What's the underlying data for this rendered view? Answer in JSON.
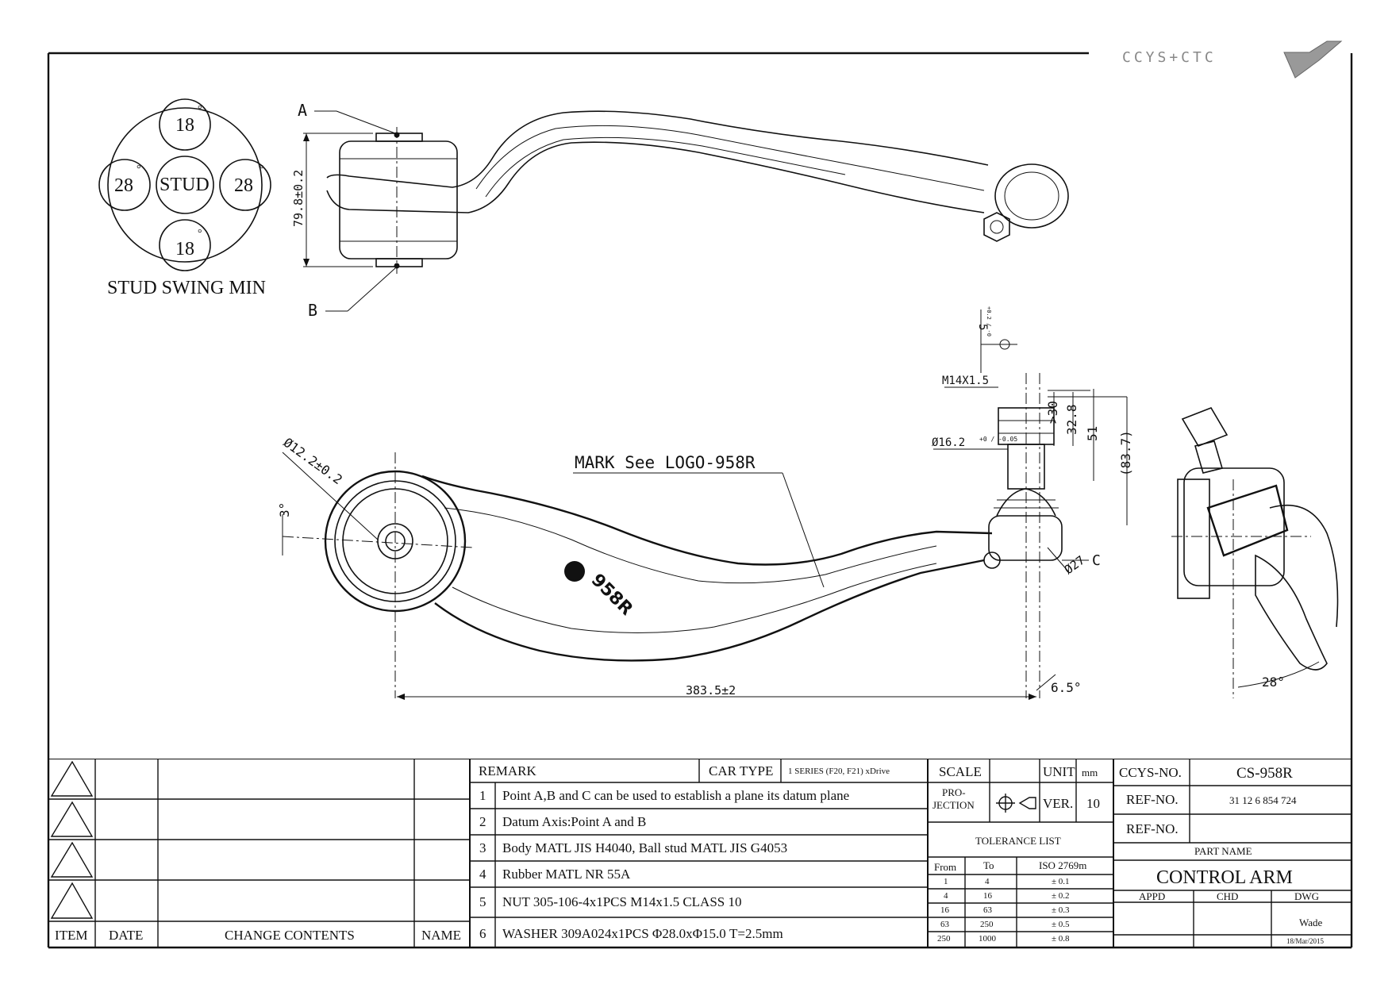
{
  "brand": {
    "text": "CCYS+CTC"
  },
  "stud_swing": {
    "title": "STUD SWING MIN",
    "center": "STUD",
    "top": "18",
    "bottom": "18",
    "left": "28",
    "right": "28",
    "degree": "°"
  },
  "top_view": {
    "point_a": "A",
    "point_b": "B",
    "height_dim": "79.8±0.2"
  },
  "front_view": {
    "bore_dim": "Ø12.2±0.2",
    "angle_left": "3°",
    "mark_note": "MARK See LOGO-958R",
    "logo_text": "958R",
    "thread": "M14X1.5",
    "offset_dim": "5",
    "offset_tol": "+0.2 / -0",
    "stud_dia": "Ø16.2",
    "stud_dia_tol": "+0 / -0.05",
    "dim_30": ">30",
    "dim_328": "32.8",
    "dim_51": "51",
    "dim_837": "(83.7)",
    "point_c": "C",
    "ball_dia": "Ø27",
    "length_dim": "383.5±2",
    "angle_right": "6.5°"
  },
  "side_view": {
    "angle": "28°"
  },
  "revision_table": {
    "headers": {
      "item": "ITEM",
      "date": "DATE",
      "change": "CHANGE CONTENTS",
      "name": "NAME"
    },
    "rows": 4
  },
  "remarks": {
    "title": "REMARK",
    "car_type_label": "CAR TYPE",
    "car_type_value": "1 SERIES (F20, F21) xDrive",
    "items": [
      {
        "no": "1",
        "text": "Point A,B and C can be used to establish a plane its datum plane"
      },
      {
        "no": "2",
        "text": "Datum Axis:Point A and B"
      },
      {
        "no": "3",
        "text": "Body MATL JIS H4040, Ball stud MATL JIS G4053"
      },
      {
        "no": "4",
        "text": "Rubber MATL NR 55A"
      },
      {
        "no": "5",
        "text": "NUT 305-106-4x1PCS M14x1.5 CLASS 10"
      },
      {
        "no": "6",
        "text": "WASHER 309A024x1PCS Φ28.0xΦ15.0 T=2.5mm"
      }
    ]
  },
  "spec": {
    "scale_label": "SCALE",
    "unit_label": "UNIT",
    "unit_value": "mm",
    "projection_label": "PRO-\nJECTION",
    "projection_l1": "PRO-",
    "projection_l2": "JECTION",
    "ver_label": "VER.",
    "ver_value": "10",
    "tolerance_title": "TOLERANCE LIST",
    "tol_headers": {
      "from": "From",
      "to": "To",
      "std": "ISO 2769m"
    },
    "tolerances": [
      {
        "from": "1",
        "to": "4",
        "tol": "± 0.1"
      },
      {
        "from": "4",
        "to": "16",
        "tol": "± 0.2"
      },
      {
        "from": "16",
        "to": "63",
        "tol": "± 0.3"
      },
      {
        "from": "63",
        "to": "250",
        "tol": "± 0.5"
      },
      {
        "from": "250",
        "to": "1000",
        "tol": "± 0.8"
      }
    ]
  },
  "title_block": {
    "ccys_label": "CCYS-NO.",
    "ccys_value": "CS-958R",
    "ref_label": "REF-NO.",
    "ref_value": "31 12 6 854 724",
    "ref2_label": "REF-NO.",
    "ref2_value": "",
    "part_name_label": "PART NAME",
    "part_name": "CONTROL ARM",
    "appd": "APPD",
    "chd": "CHD",
    "dwg": "DWG",
    "drawn_by": "Wade",
    "date": "18/Mar/2015"
  }
}
